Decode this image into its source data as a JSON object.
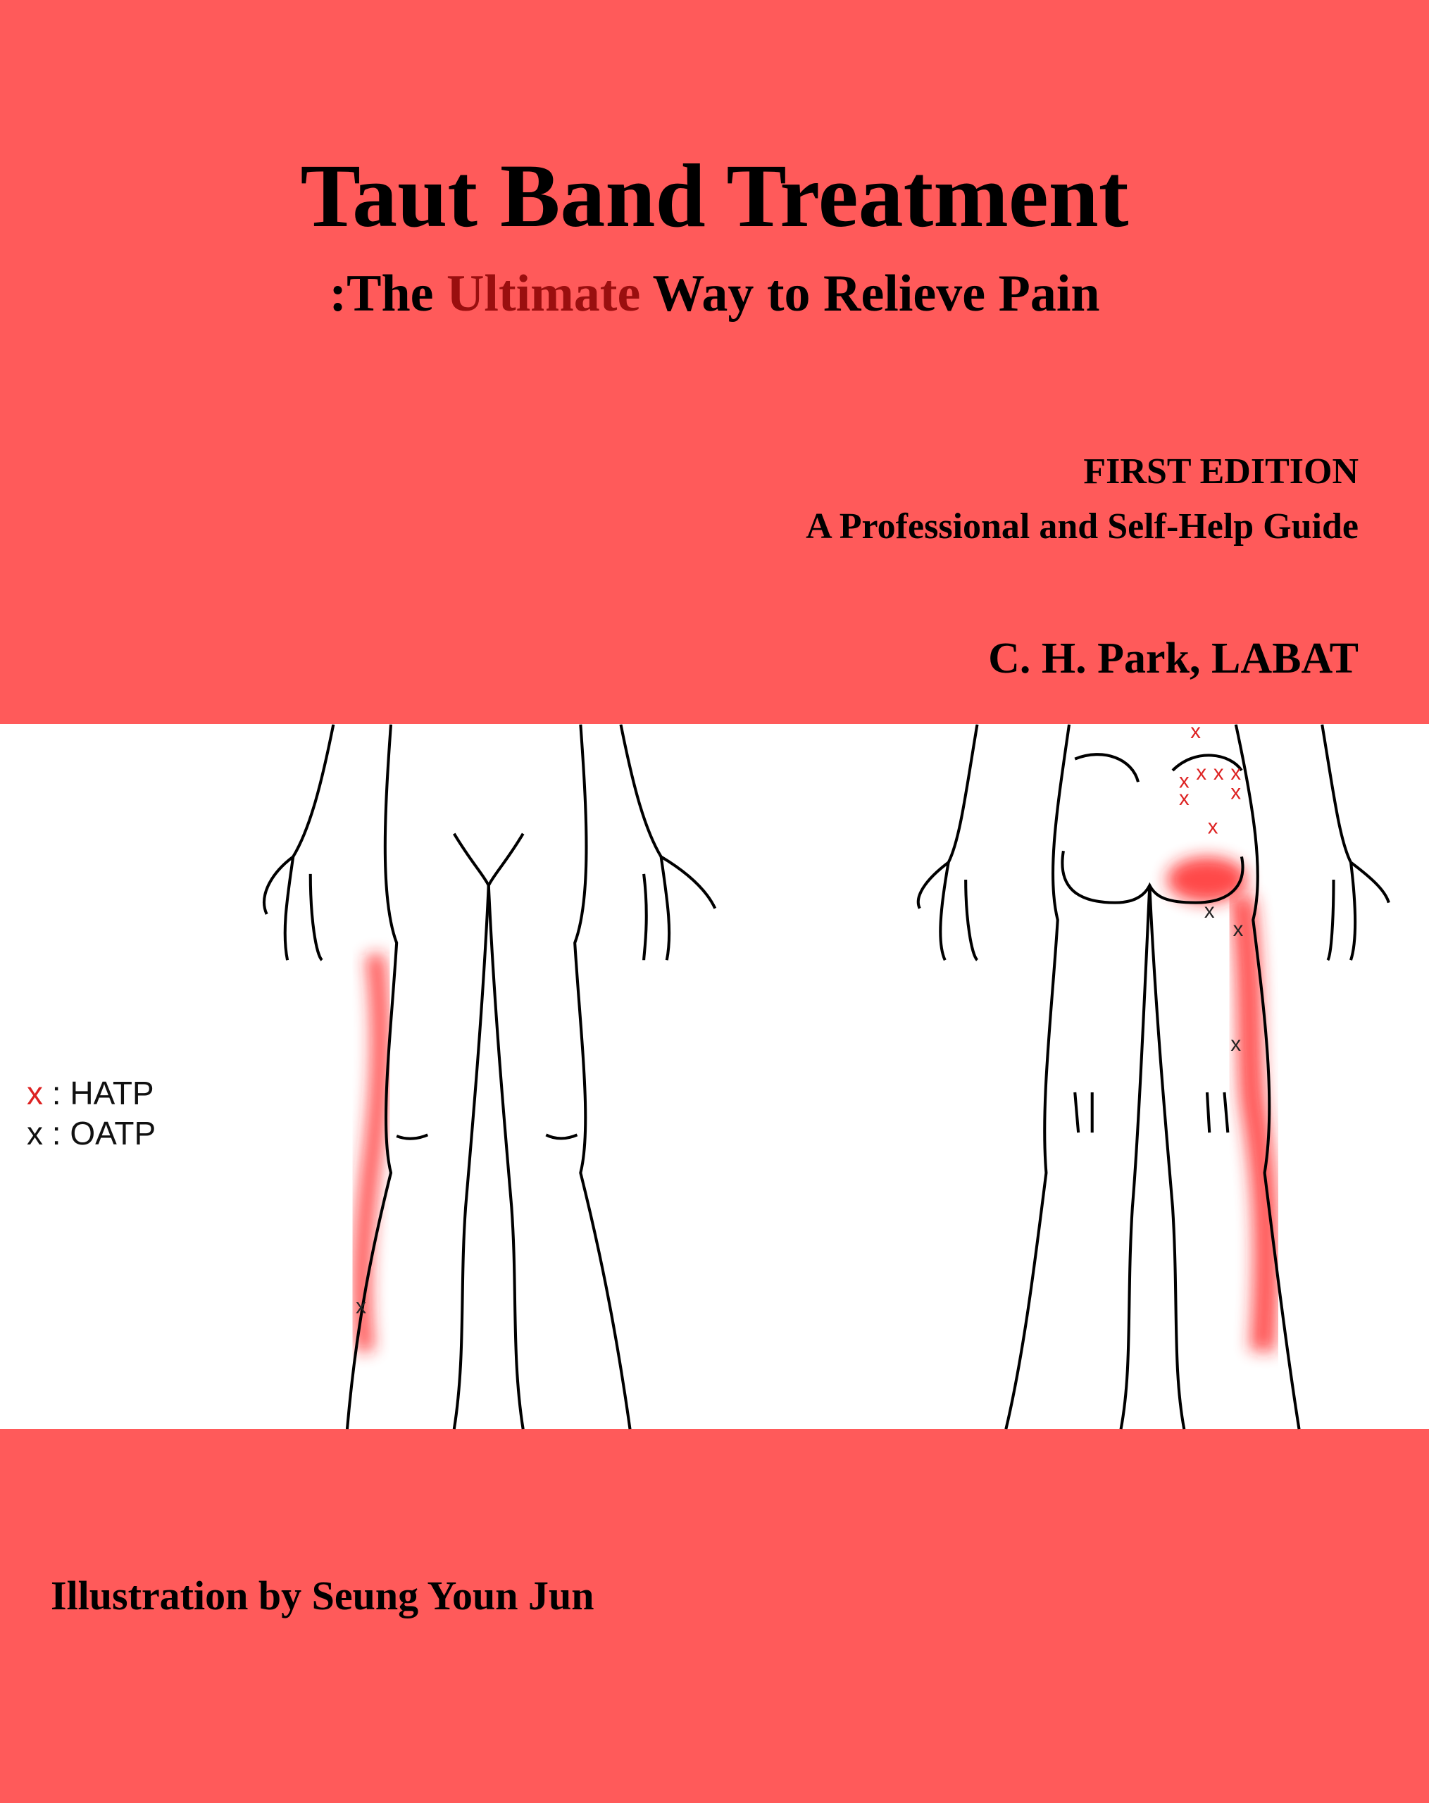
{
  "colors": {
    "background": "#FF5A5A",
    "accent_word": "#9A0F0F",
    "hatp_mark": "#DD2222",
    "oatp_mark": "#111111",
    "pain_zone": "#FF0000"
  },
  "cover": {
    "title": "Taut Band Treatment",
    "subtitle_prefix": ":The ",
    "subtitle_accent": "Ultimate",
    "subtitle_suffix": " Way to Relieve Pain",
    "edition": "FIRST EDITION",
    "guide": "A Professional and Self-Help Guide",
    "author": "C. H. Park, LABAT",
    "illustrator": "Illustration by Seung Youn Jun"
  },
  "legend": {
    "hatp_mark": "x",
    "hatp_sep": ":",
    "hatp_label": "HATP",
    "oatp_mark": "x",
    "oatp_sep": ":",
    "oatp_label": "OATP"
  }
}
